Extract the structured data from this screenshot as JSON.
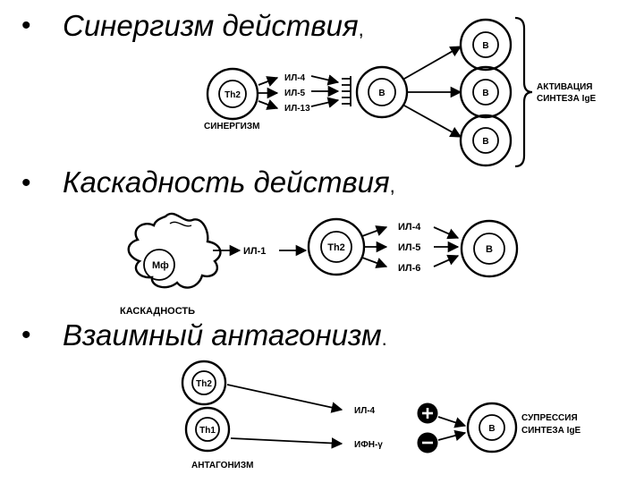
{
  "bullets": [
    {
      "symbol": "•",
      "title": "Синергизм действия",
      "punct": ","
    },
    {
      "symbol": "•",
      "title": "Каскадность действия",
      "punct": ","
    },
    {
      "symbol": "•",
      "title": "Взаимный антагонизм",
      "punct": "."
    }
  ],
  "diagrams": {
    "synergism": {
      "th2": "Th2",
      "cytokines": [
        "ИЛ-4",
        "ИЛ-5",
        "ИЛ-13"
      ],
      "b_center": "B",
      "b_targets": [
        "B",
        "B",
        "B"
      ],
      "caption": "СИНЕРГИЗМ",
      "result_line1": "АКТИВАЦИЯ",
      "result_line2": "СИНТЕЗА IgE"
    },
    "cascade": {
      "macrophage": "Мф",
      "il1": "ИЛ-1",
      "th2": "Th2",
      "cytokines": [
        "ИЛ-4",
        "ИЛ-5",
        "ИЛ-6"
      ],
      "b": "B",
      "caption": "КАСКАДНОСТЬ"
    },
    "antagonism": {
      "th2": "Th2",
      "th1": "Th1",
      "il4": "ИЛ-4",
      "ifn": "ИФН-γ",
      "plus": "+",
      "minus": "−",
      "b": "B",
      "caption": "АНТАГОНИЗМ",
      "result_line1": "СУПРЕССИЯ",
      "result_line2": "СИНТЕЗА IgE"
    }
  }
}
